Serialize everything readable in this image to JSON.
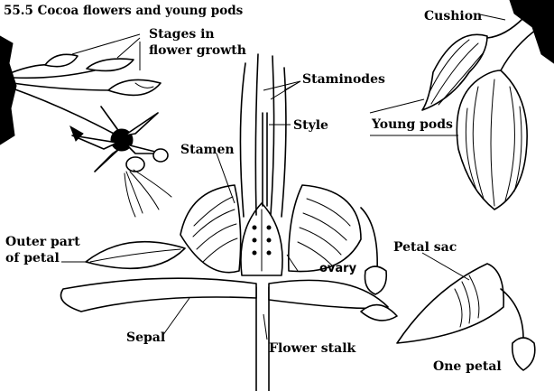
{
  "labels": {
    "title": "55.5  Cocoa flowers and young pods",
    "stages": "Stages in",
    "stages2": "flower growth",
    "cushion": "Cushion",
    "staminodes": "Staminodes",
    "style": "Style",
    "stamen": "Stamen",
    "young_pods": "Young pods",
    "outer_part": "Outer part",
    "outer_part2": "of petal",
    "ovary": "ovary",
    "petal_sac": "Petal sac",
    "sepal": "Sepal",
    "flower_stalk": "Flower stalk",
    "one_petal": "One petal"
  }
}
